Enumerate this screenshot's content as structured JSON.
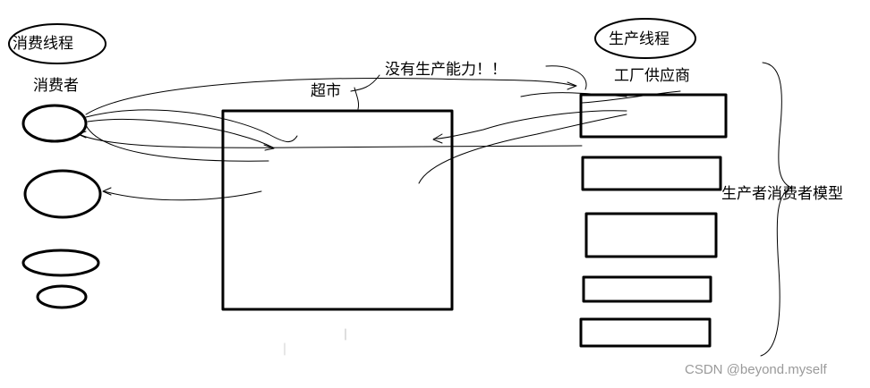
{
  "labels": {
    "consumer_thread": "消费线程",
    "consumer": "消费者",
    "supermarket": "超市",
    "no_production": "没有生产能力！！",
    "producer_thread": "生产线程",
    "factory_supplier": "工厂供应商",
    "model": "生产者消费者模型"
  },
  "watermark": "CSDN @beyond.myself",
  "colors": {
    "stroke": "#000000",
    "watermark": "#9a9a9a"
  }
}
